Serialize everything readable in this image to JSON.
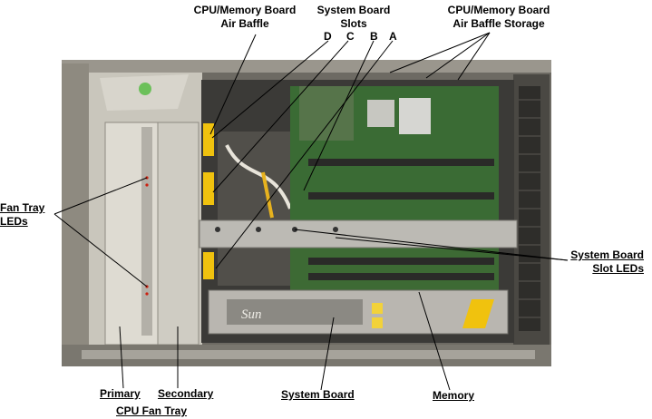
{
  "callouts": {
    "cpu_memory_baffle": [
      "CPU/Memory Board",
      "Air Baffle"
    ],
    "system_board_slots": [
      "System Board",
      "Slots"
    ],
    "slot_letters": [
      "D",
      "C",
      "B",
      "A"
    ],
    "baffle_storage": [
      "CPU/Memory Board",
      "Air Baffle Storage"
    ],
    "fan_tray_leds": [
      "Fan Tray",
      "LEDs"
    ],
    "slot_leds": [
      "System Board",
      "Slot LEDs"
    ],
    "primary": "Primary",
    "secondary": "Secondary",
    "cpu_fan_tray": "CPU Fan Tray",
    "system_board": "System Board",
    "memory": "Memory"
  },
  "photo_text": {
    "brand": "Sun"
  }
}
